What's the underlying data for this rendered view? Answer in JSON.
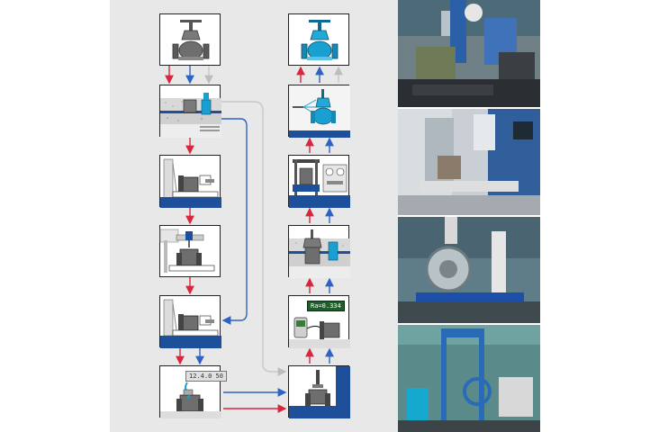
{
  "colors": {
    "panel_bg": "#e8e8e8",
    "flow_red": "#d7263d",
    "flow_blue": "#2e63c4",
    "flow_gray": "#c8c8c8",
    "valve_gray": "#6e6e6e",
    "valve_cyan": "#1aa0d0",
    "machine_blue": "#1d4f9a"
  },
  "diagram": {
    "steps_left": [
      {
        "id": "raw-valve",
        "icon": "gray-gate-valve-icon"
      },
      {
        "id": "cleaning-bath",
        "icon": "wash-bath-icon"
      },
      {
        "id": "machining-1",
        "icon": "lathe-machining-icon"
      },
      {
        "id": "machining-2",
        "icon": "milling-machining-icon"
      },
      {
        "id": "machining-3",
        "icon": "lathe-machining-icon"
      },
      {
        "id": "surface-hardening",
        "icon": "hardening-icon"
      }
    ],
    "steps_right": [
      {
        "id": "finished-valve",
        "icon": "blue-gate-valve-icon"
      },
      {
        "id": "painting",
        "icon": "spray-painting-icon"
      },
      {
        "id": "pressure-test",
        "icon": "pressure-test-stand-icon"
      },
      {
        "id": "final-wash",
        "icon": "wash-bath-icon"
      },
      {
        "id": "roughness-measurement",
        "icon": "profilometer-icon"
      },
      {
        "id": "assembly-press",
        "icon": "assembly-press-icon"
      }
    ],
    "roughness_readout": "Ra=0.334",
    "hardness_readout": "12.4.0 50"
  },
  "photos": [
    {
      "icon": "welding-robot-photo"
    },
    {
      "icon": "cnc-machine-photo"
    },
    {
      "icon": "roughness-gauge-photo"
    },
    {
      "icon": "test-stand-photo"
    }
  ]
}
